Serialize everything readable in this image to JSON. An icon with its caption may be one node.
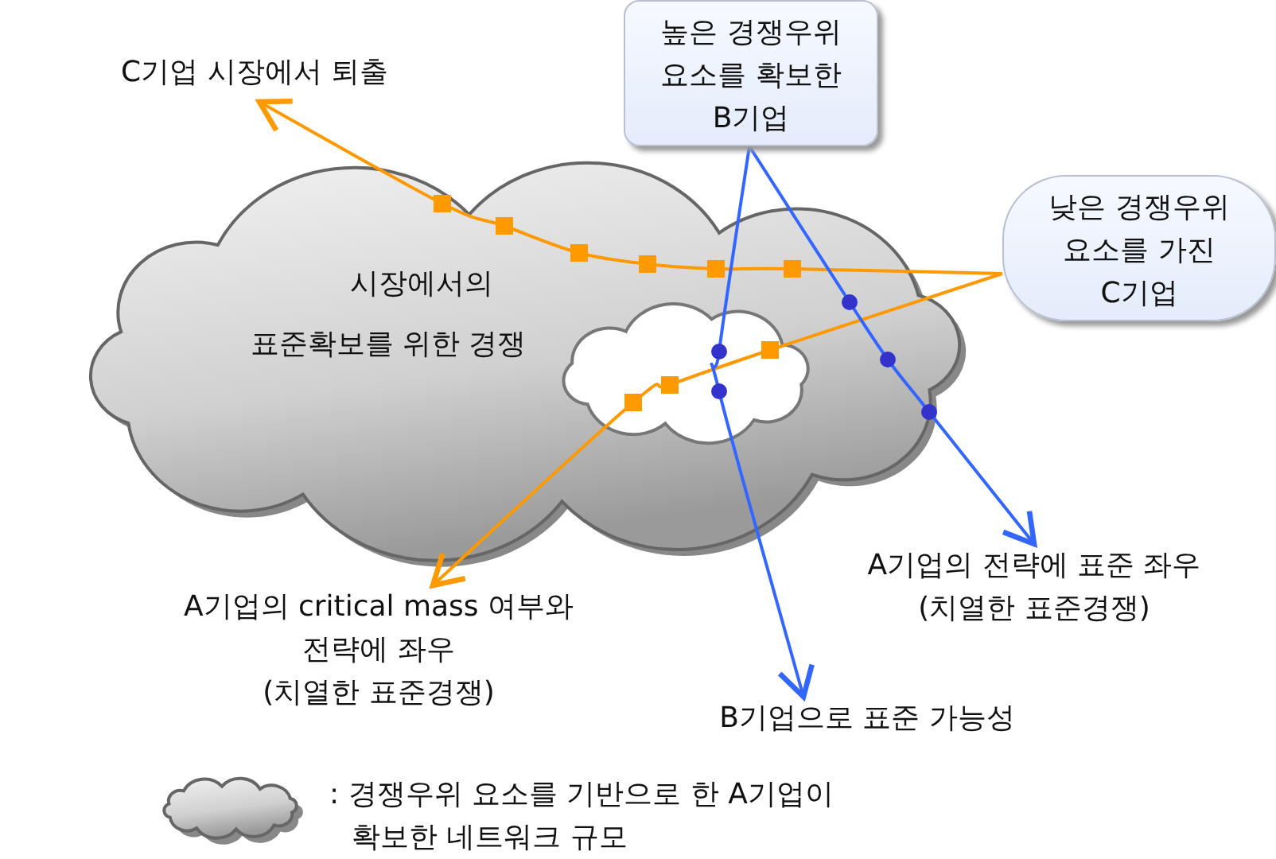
{
  "diagram": {
    "nodes": [
      {
        "text": [
          "높은 경쟁우위 요소를 확보한 B기업"
        ]
      },
      {
        "text": [
          "낮은 경쟁우위 요소를 가진 C기업"
        ]
      },
      {
        "text": [
          "C기업 시장에서 퇴출"
        ]
      },
      {
        "text": [
          "A기업의 critical mass 여부와 전략에 좌우",
          "(치열한 표준경쟁)"
        ]
      },
      {
        "text": [
          "B기업으로 표준 가능성"
        ]
      },
      {
        "text": [
          "A기업의 전략에 표준 좌우",
          "(치열한 표준경쟁)"
        ]
      }
    ],
    "edges": [
      {
        "from": 1,
        "to": 2,
        "arrow": "to",
        "color": "#ff9900"
      },
      {
        "from": 1,
        "to": 3,
        "arrow": "to",
        "color": "#ff9900"
      },
      {
        "from": 0,
        "to": 4,
        "arrow": "to",
        "color": "#3366ff"
      },
      {
        "from": 0,
        "to": 5,
        "arrow": "to",
        "color": "#3366ff"
      }
    ],
    "labels": [
      "시장에서의 표준확보를 위한 경쟁"
    ],
    "legend": [
      {
        "text": ": 경쟁우위 요소를 기반으로 한 A기업이 확보한 네트워크 규모"
      }
    ]
  }
}
